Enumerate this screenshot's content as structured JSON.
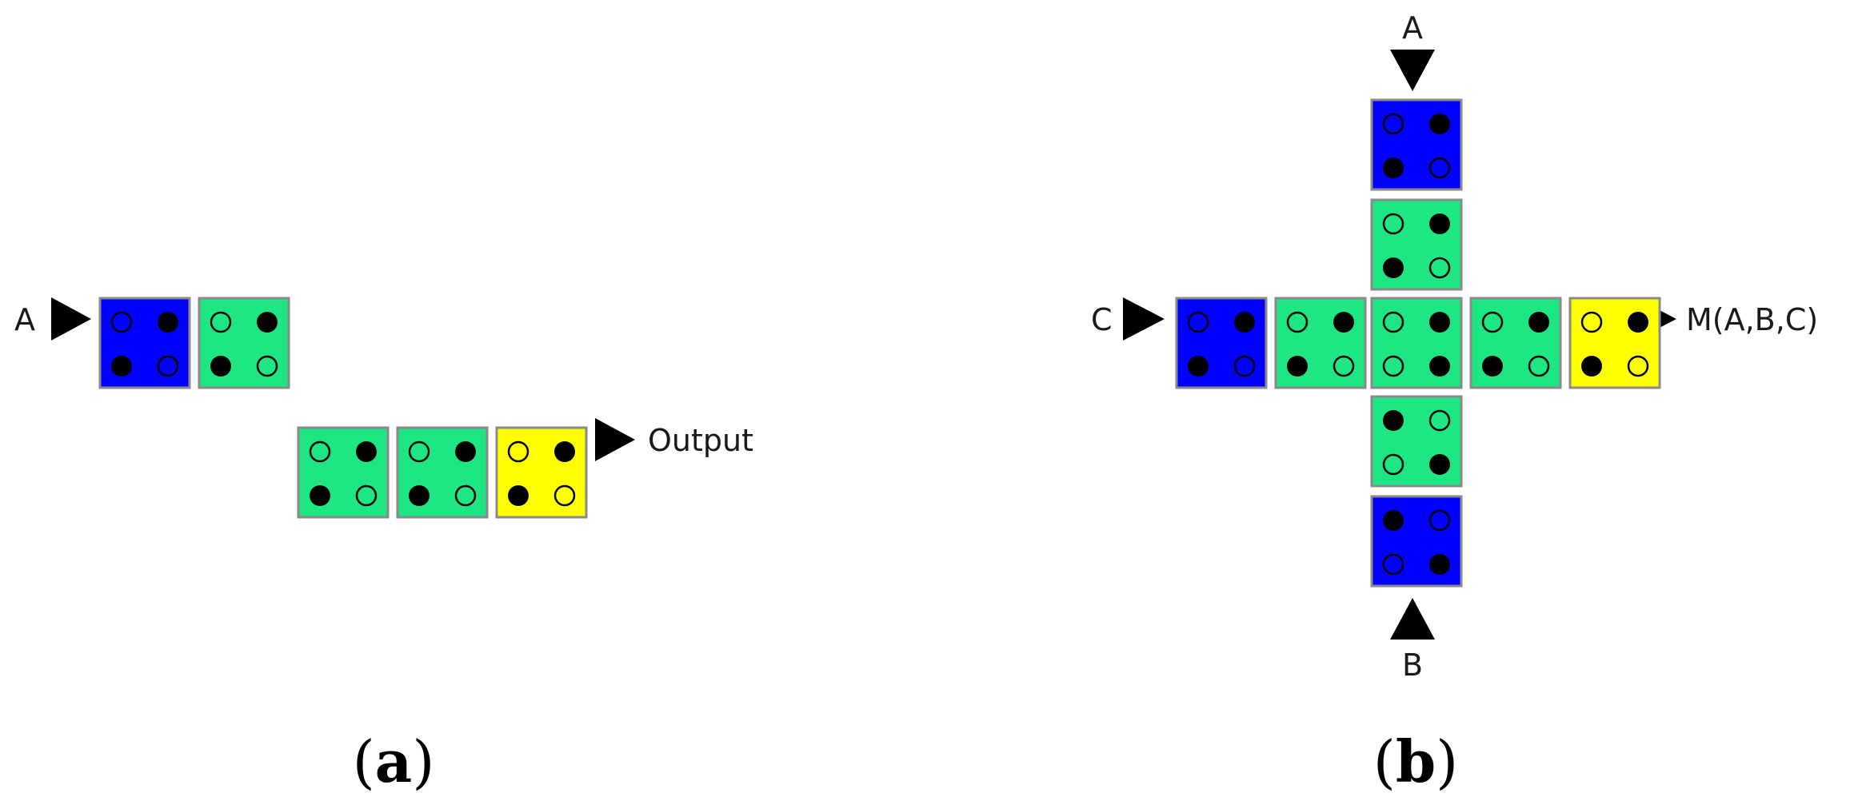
{
  "colors": {
    "blue": "#0000ff",
    "green": "#1ee682",
    "yellow": "#ffff00",
    "cell_border": "#8a8a8a",
    "dot": "#000000"
  },
  "panel_a": {
    "input_label": "A",
    "output_label": "Output",
    "caption_letter": "a",
    "cells": [
      {
        "color": "blue",
        "dots": [
          "open",
          "filled",
          "filled",
          "open"
        ]
      },
      {
        "color": "green",
        "dots": [
          "open",
          "filled",
          "filled",
          "open"
        ]
      },
      {
        "color": "green",
        "dots": [
          "open",
          "filled",
          "filled",
          "open"
        ]
      },
      {
        "color": "green",
        "dots": [
          "open",
          "filled",
          "filled",
          "open"
        ]
      },
      {
        "color": "yellow",
        "dots": [
          "open",
          "filled",
          "filled",
          "open"
        ]
      }
    ]
  },
  "panel_b": {
    "input_top_label": "A",
    "input_bottom_label": "B",
    "input_left_label": "C",
    "output_label": "M(A,B,C)",
    "caption_letter": "b",
    "cells": [
      {
        "color": "blue",
        "dots": [
          "open",
          "filled",
          "filled",
          "open"
        ]
      },
      {
        "color": "green",
        "dots": [
          "open",
          "filled",
          "filled",
          "open"
        ]
      },
      {
        "color": "blue",
        "dots": [
          "open",
          "filled",
          "filled",
          "open"
        ]
      },
      {
        "color": "green",
        "dots": [
          "open",
          "filled",
          "filled",
          "open"
        ]
      },
      {
        "color": "green",
        "dots": [
          "open",
          "filled",
          "open",
          "filled"
        ]
      },
      {
        "color": "green",
        "dots": [
          "open",
          "filled",
          "filled",
          "open"
        ]
      },
      {
        "color": "yellow",
        "dots": [
          "open",
          "filled",
          "filled",
          "open"
        ]
      },
      {
        "color": "green",
        "dots": [
          "filled",
          "open",
          "open",
          "filled"
        ]
      },
      {
        "color": "blue",
        "dots": [
          "filled",
          "open",
          "open",
          "filled"
        ]
      }
    ]
  }
}
